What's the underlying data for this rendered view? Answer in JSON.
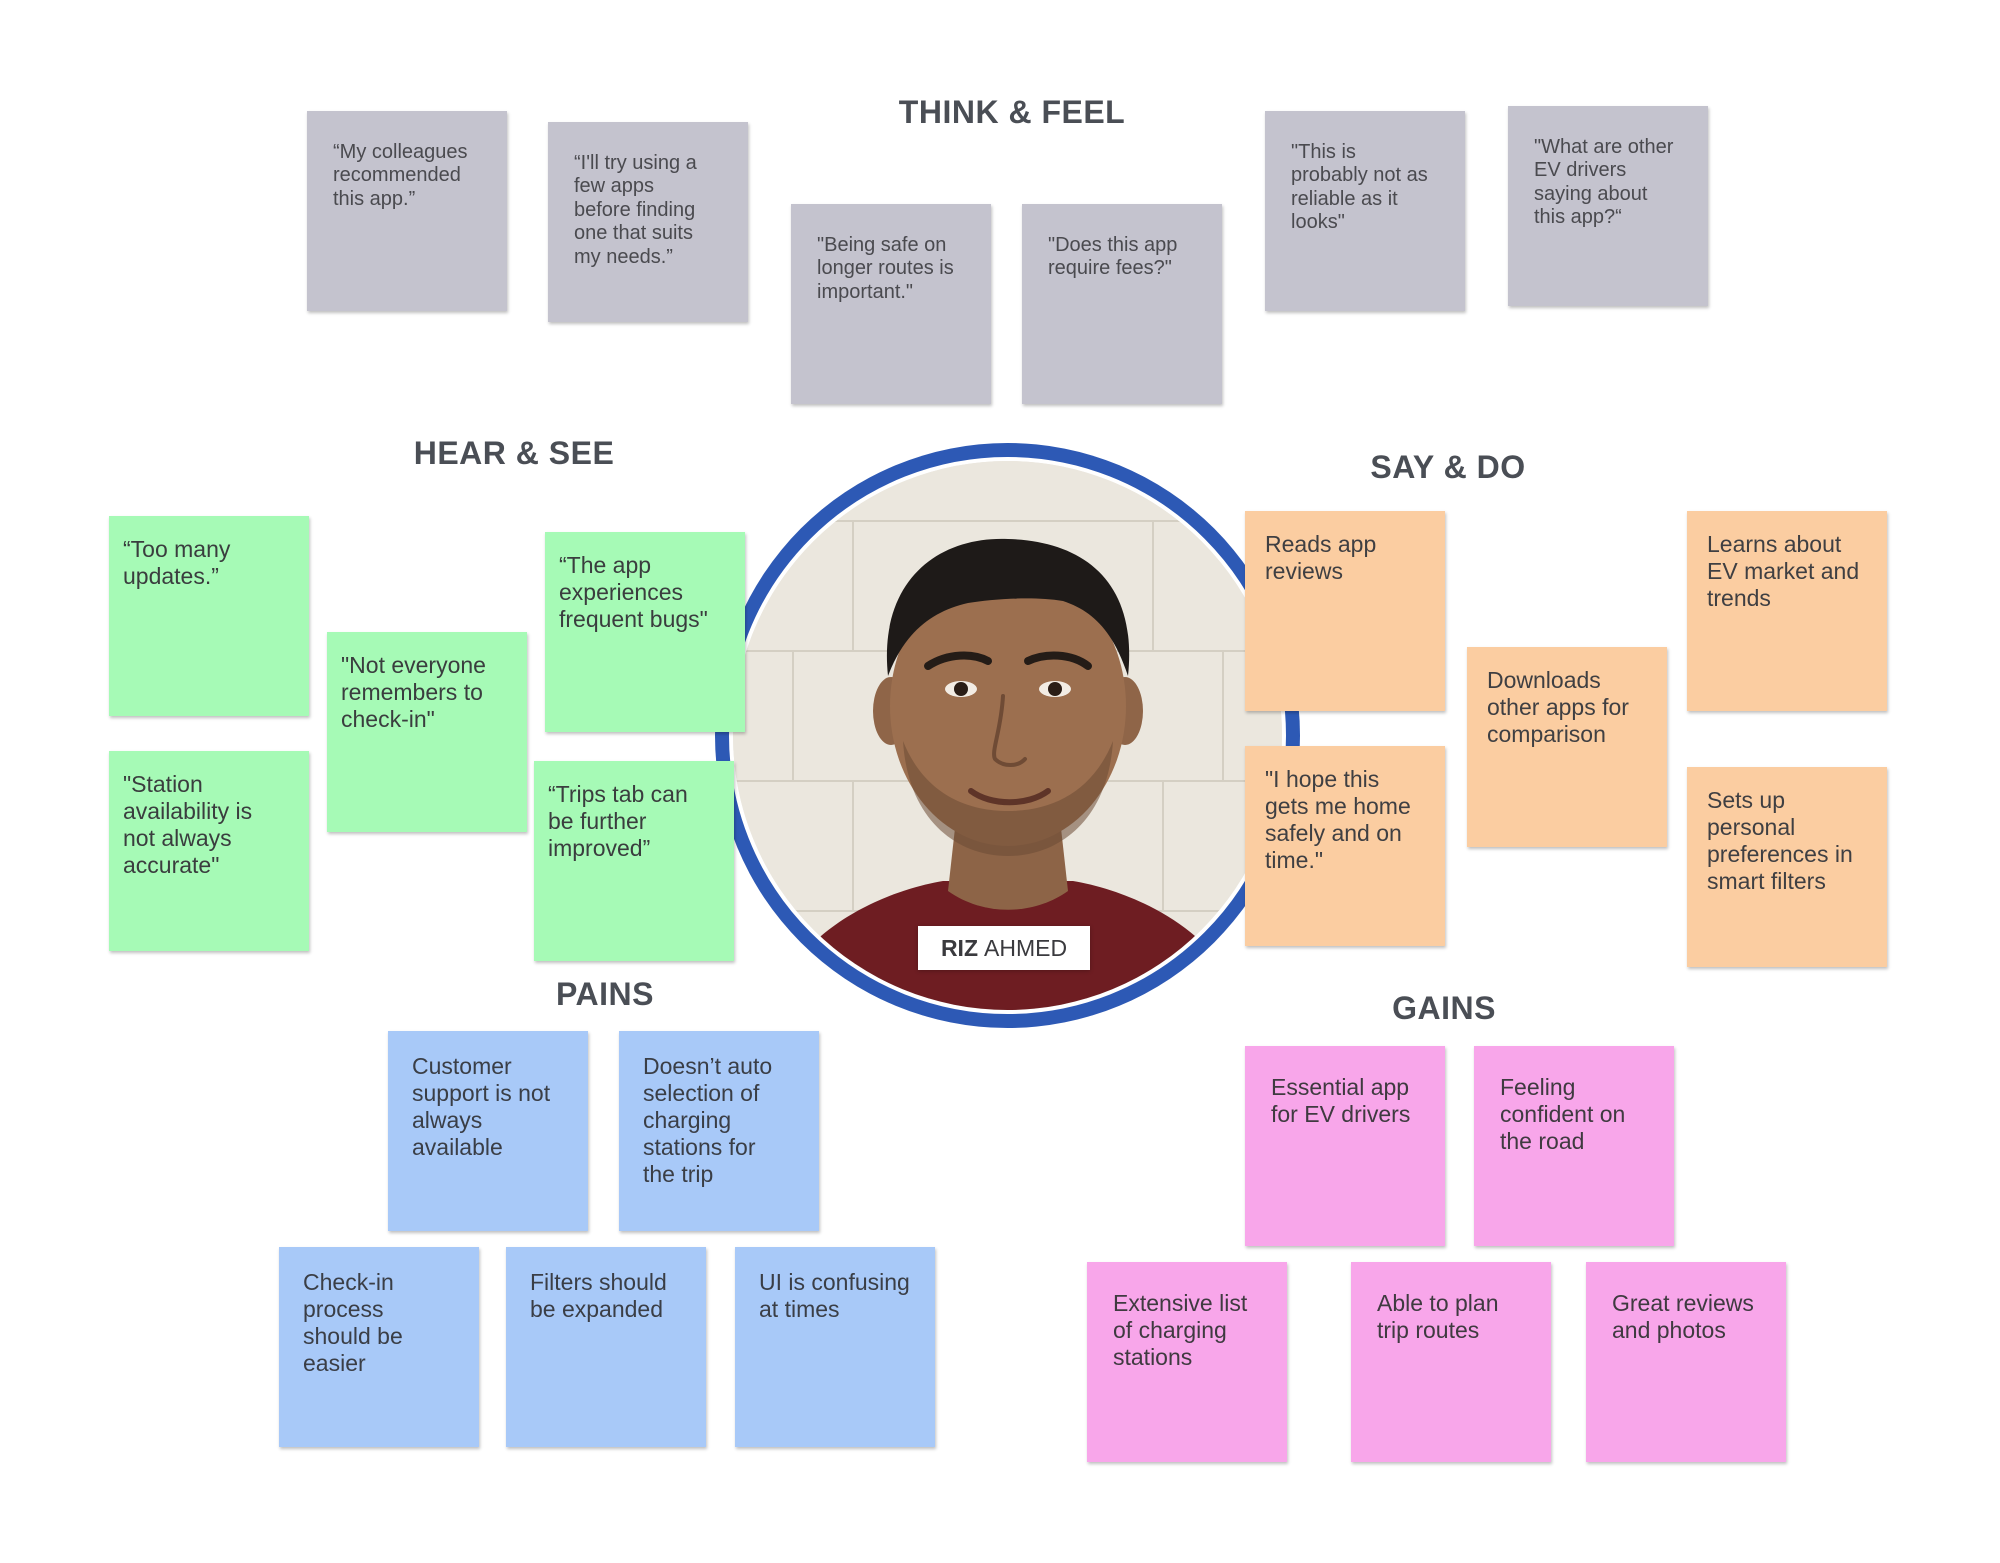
{
  "headings": {
    "think_feel": "THINK & FEEL",
    "hear_see": "HEAR & SEE",
    "say_do": "SAY & DO",
    "pains": "PAINS",
    "gains": "GAINS"
  },
  "persona": {
    "first": "RIZ",
    "last": "AHMED"
  },
  "think_feel": [
    "“My colleagues\nrecommended\nthis app.”",
    "“I'll try using a\nfew apps\nbefore finding\none that suits\nmy needs.”",
    "\"Being safe on\nlonger routes is\nimportant.\"",
    "\"Does this app\nrequire fees?\"",
    "\"This is\nprobably not as\nreliable as it\nlooks\"",
    "\"What are other\nEV drivers\nsaying about\nthis app?“"
  ],
  "hear_see": [
    "“Too many\nupdates.”",
    "\"Station\navailability is\nnot always\naccurate\"",
    "\"Not everyone\nremembers to\ncheck-in\"",
    "“The app\nexperiences\nfrequent bugs\"",
    "“Trips tab can\nbe further\nimproved”"
  ],
  "say_do": [
    "Reads app\nreviews",
    "\"I hope this\ngets me home\nsafely and on\ntime.\"",
    "Downloads\nother apps for\ncomparison",
    "Learns about\nEV market and\ntrends",
    "Sets up\npersonal\npreferences in\nsmart filters"
  ],
  "pains": [
    "Customer\nsupport is not\nalways\navailable",
    "Doesn’t auto\nselection of\ncharging\nstations for\nthe trip",
    "Check-in\nprocess\nshould be\neasier",
    "Filters should\nbe expanded",
    "UI is confusing\nat times"
  ],
  "gains": [
    "Essential app\nfor EV drivers",
    "Feeling\nconfident on\nthe road",
    "Extensive list\nof charging\nstations",
    "Able to plan\ntrip routes",
    "Great reviews\nand photos"
  ],
  "colors": {
    "think_feel": "#c4c3ce",
    "hear_see": "#a6fab6",
    "say_do": "#fbcda1",
    "pains": "#a8c9f8",
    "gains": "#f8a6ea",
    "ring": "#2d59b5",
    "heading_text": "#4a4e55"
  }
}
